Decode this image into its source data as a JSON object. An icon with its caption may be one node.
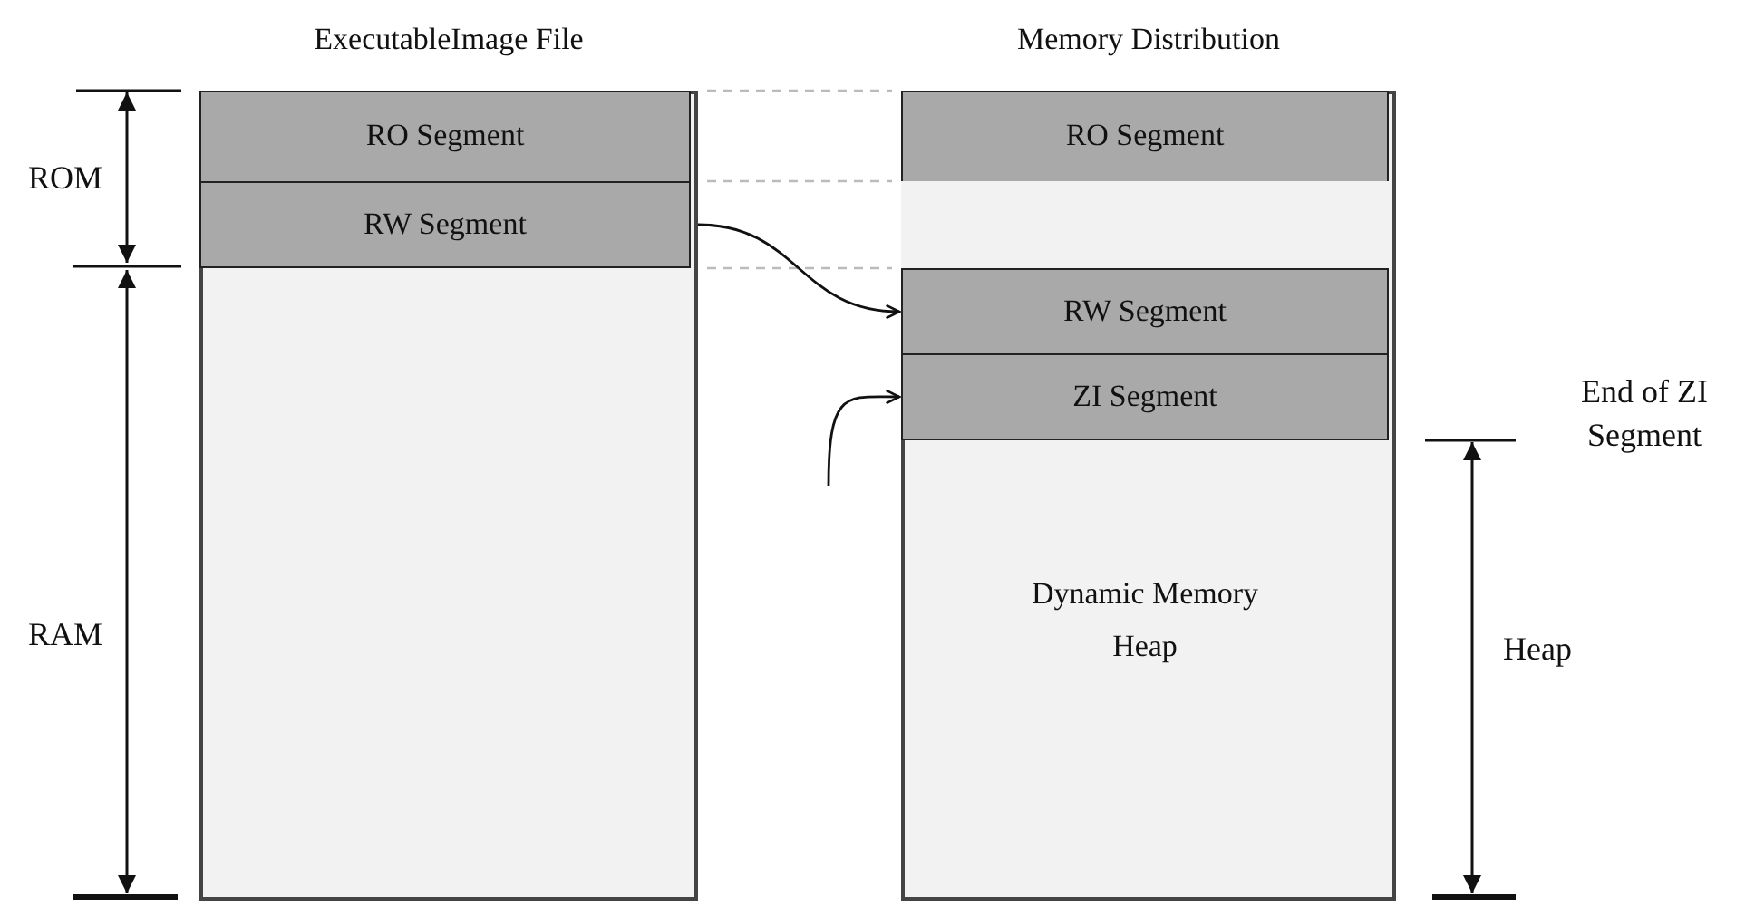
{
  "diagram": {
    "nodes": [
      {
        "text": [
          "ExecutableImage File"
        ]
      },
      {
        "text": [
          "RO Segment"
        ],
        "in": 0
      },
      {
        "text": [
          "RW Segment"
        ],
        "in": 0
      },
      {
        "text": [
          "Memory Distribution"
        ]
      },
      {
        "text": [
          "RO Segment"
        ],
        "in": 3
      },
      {
        "text": [],
        "shape": "box",
        "in": 3
      },
      {
        "text": [
          "RW Segment"
        ],
        "in": 3
      },
      {
        "text": [
          "ZI Segment"
        ],
        "in": 3
      },
      {
        "text": [
          "Dynamic Memory Heap"
        ],
        "in": 3
      }
    ],
    "edges": [
      {
        "from": 2,
        "to": 6,
        "arrow": "to"
      },
      {
        "from": null,
        "to": 7,
        "arrow": "to"
      }
    ],
    "labels": [
      "ROM",
      "RAM",
      "End of ZI Segment",
      "Heap"
    ]
  }
}
